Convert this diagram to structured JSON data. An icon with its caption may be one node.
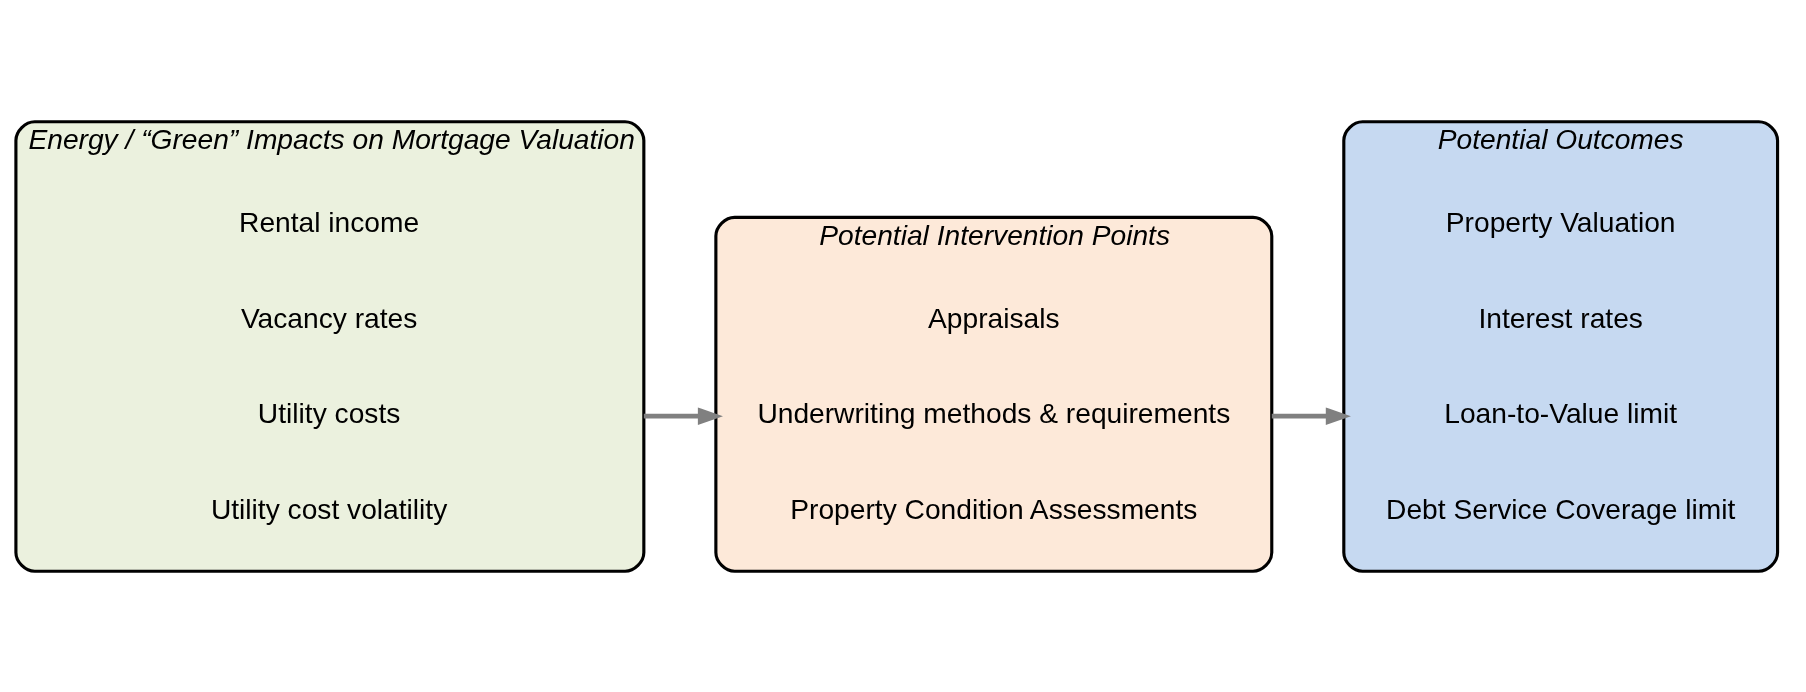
{
  "diagram": {
    "nodes": [
      {
        "text": [
          "Energy / “Green” Impacts on Mortgage Valuation"
        ]
      },
      {
        "text": [
          "Rental income"
        ],
        "in": 0
      },
      {
        "text": [
          "Vacancy rates"
        ],
        "in": 0
      },
      {
        "text": [
          "Utility costs"
        ],
        "in": 0
      },
      {
        "text": [
          "Utility cost volatility"
        ],
        "in": 0
      },
      {
        "text": [
          "Potential Intervention Points"
        ]
      },
      {
        "text": [
          "Appraisals"
        ],
        "in": 5
      },
      {
        "text": [
          "Underwriting methods & requirements"
        ],
        "in": 5
      },
      {
        "text": [
          "Property Condition Assessments"
        ],
        "in": 5
      },
      {
        "text": [
          "Potential Outcomes"
        ]
      },
      {
        "text": [
          "Property Valuation"
        ],
        "in": 9
      },
      {
        "text": [
          "Interest rates"
        ],
        "in": 9
      },
      {
        "text": [
          "Loan-to-Value limit"
        ],
        "in": 9
      },
      {
        "text": [
          "Debt Service Coverage limit"
        ],
        "in": 9
      }
    ],
    "edges": [
      {
        "from": 0,
        "to": 5,
        "arrow": "to"
      },
      {
        "from": 5,
        "to": 9,
        "arrow": "to"
      }
    ]
  }
}
